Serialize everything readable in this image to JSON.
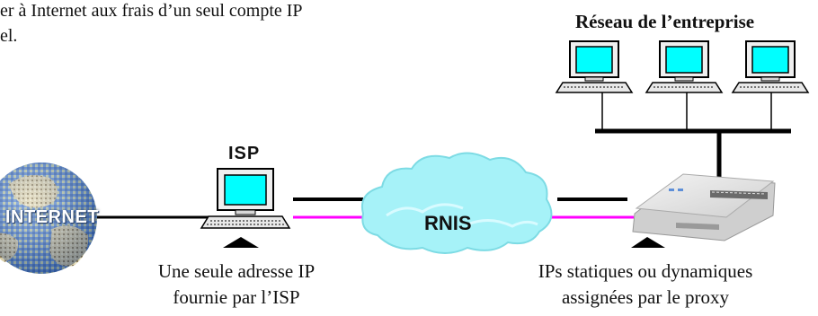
{
  "intro": {
    "line1": "er à Internet aux frais d’un seul compte IP",
    "line2": "el."
  },
  "network_title": "Réseau de l’entreprise",
  "isp_label": "ISP",
  "cloud_label": "RNIS",
  "internet_label": "INTERNET",
  "caption_left": {
    "line1": "Une seule adresse IP",
    "line2": "fournie par l’ISP"
  },
  "caption_right": {
    "line1": "IPs statiques ou dynamiques",
    "line2": "assignées par le proxy"
  },
  "colors": {
    "screen": "#00ffff",
    "link_highlight": "#ff00ff",
    "cloud": "#a6f2f8",
    "globe": "#5e8fd8"
  }
}
